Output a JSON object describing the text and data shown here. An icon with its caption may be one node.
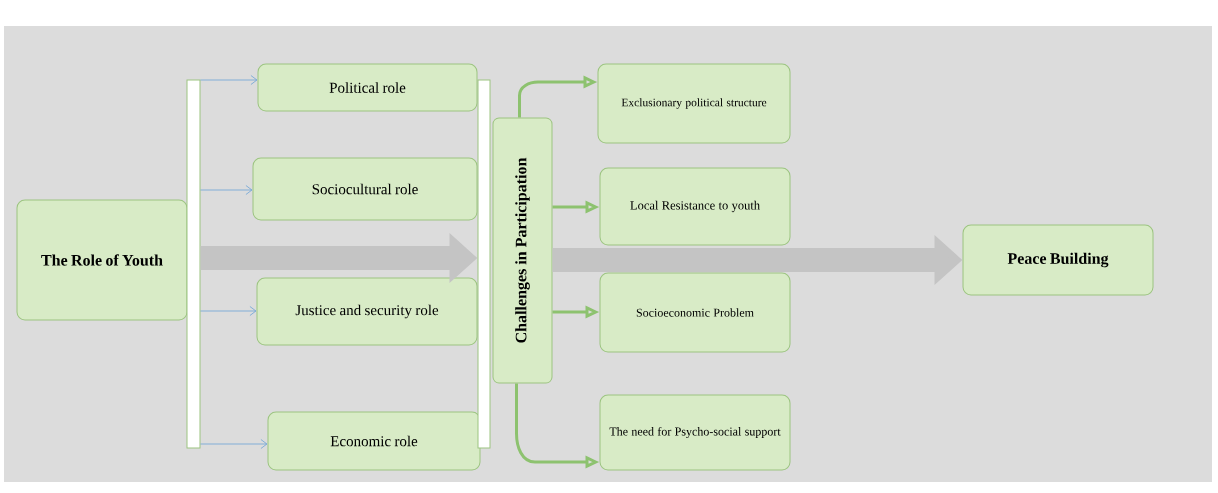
{
  "diagram": {
    "nodes": [
      {
        "text": [
          "The Role of Youth"
        ]
      },
      {
        "text": [],
        "shape": "bar"
      },
      {
        "text": [
          "Political role"
        ]
      },
      {
        "text": [
          "Sociocultural role"
        ]
      },
      {
        "text": [
          "Justice and security role"
        ]
      },
      {
        "text": [
          "Economic role"
        ]
      },
      {
        "text": [],
        "shape": "bar"
      },
      {
        "text": [
          "Challenges in Participation"
        ]
      },
      {
        "text": [
          "Exclusionary political structure"
        ]
      },
      {
        "text": [
          "Local Resistance to youth"
        ]
      },
      {
        "text": [
          "Socioeconomic Problem"
        ]
      },
      {
        "text": [
          "The need for Psycho-social support"
        ]
      },
      {
        "text": [
          "Peace Building"
        ]
      }
    ],
    "edges": [
      {
        "from": 1,
        "to": 2,
        "arrow": "to",
        "color": "#5b9bd5"
      },
      {
        "from": 1,
        "to": 3,
        "arrow": "to",
        "color": "#5b9bd5"
      },
      {
        "from": 1,
        "to": 4,
        "arrow": "to",
        "color": "#5b9bd5"
      },
      {
        "from": 1,
        "to": 5,
        "arrow": "to",
        "color": "#5b9bd5"
      },
      {
        "from": 1,
        "to": 6,
        "arrow": "to",
        "style": "thick",
        "color": "#c4c4c4"
      },
      {
        "from": 7,
        "to": 8,
        "arrow": "to",
        "color": "#8dc26f"
      },
      {
        "from": 7,
        "to": 9,
        "arrow": "to",
        "color": "#8dc26f"
      },
      {
        "from": 7,
        "to": 10,
        "arrow": "to",
        "color": "#8dc26f"
      },
      {
        "from": 7,
        "to": 11,
        "arrow": "to",
        "color": "#8dc26f"
      },
      {
        "from": 7,
        "to": 12,
        "arrow": "to",
        "style": "thick",
        "color": "#c4c4c4"
      }
    ]
  }
}
